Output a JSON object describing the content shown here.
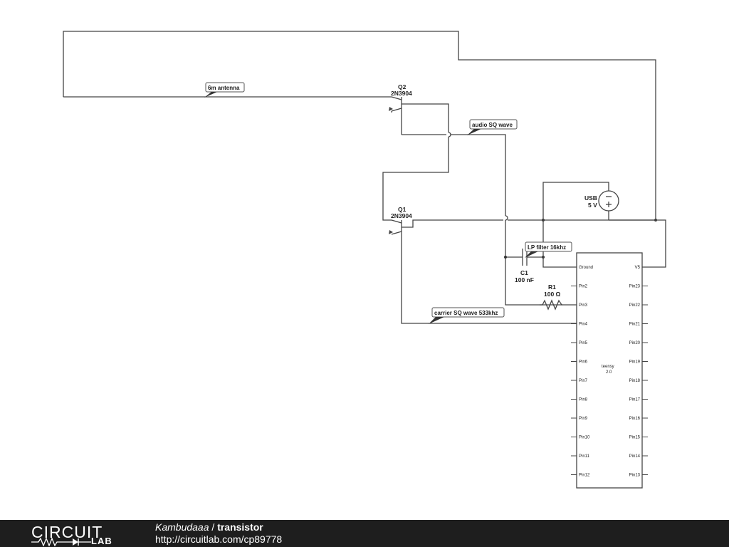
{
  "schematic": {
    "tags": {
      "antenna": "6m antenna",
      "audio": "audio SQ wave",
      "lp": "LP filter 16khz",
      "carrier": "carrier SQ wave 533khz"
    },
    "q2": {
      "ref": "Q2",
      "part": "2N3904"
    },
    "q1": {
      "ref": "Q1",
      "part": "2N3904"
    },
    "usb": {
      "ref": "USB",
      "value": "5 V"
    },
    "c1": {
      "ref": "C1",
      "value": "100 nF"
    },
    "r1": {
      "ref": "R1",
      "value": "100 Ω"
    },
    "teensy": {
      "name": "teensy",
      "version": "2.0",
      "left_pins": [
        "Ground",
        "Pin2",
        "Pin3",
        "Pin4",
        "Pin5",
        "Pin6",
        "Pin7",
        "Pin8",
        "Pin9",
        "Pin10",
        "Pin11",
        "Pin12"
      ],
      "right_pins": [
        "V5",
        "Pin23",
        "Pin22",
        "Pin21",
        "Pin20",
        "Pin19",
        "Pin18",
        "Pin17",
        "Pin16",
        "Pin15",
        "Pin14",
        "Pin13"
      ]
    }
  },
  "footer": {
    "logo_top": "CIRCUIT",
    "logo_bottom": "LAB",
    "author": "Kambudaaa",
    "separator": " / ",
    "title": "transistor",
    "url": "http://circuitlab.com/cp89778"
  }
}
